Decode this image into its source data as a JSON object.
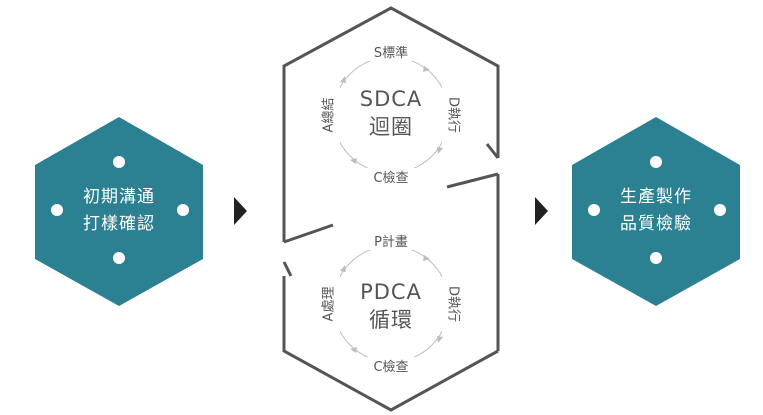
{
  "colors": {
    "teal": "#2b8191",
    "outline": "#555555",
    "arrow": "#222222",
    "circle": "#bdbdbd"
  },
  "left_hex": {
    "line1": "初期溝通",
    "line2": "打樣確認"
  },
  "right_hex": {
    "line1": "生產製作",
    "line2": "品質檢驗"
  },
  "sdca": {
    "title_line1": "SDCA",
    "title_line2": "迴圈",
    "top": "S標準",
    "right": "D執行",
    "bottom": "C檢查",
    "left": "A總結"
  },
  "pdca": {
    "title_line1": "PDCA",
    "title_line2": "循環",
    "top": "P計畫",
    "right": "D執行",
    "bottom": "C檢查",
    "left": "A處理"
  }
}
